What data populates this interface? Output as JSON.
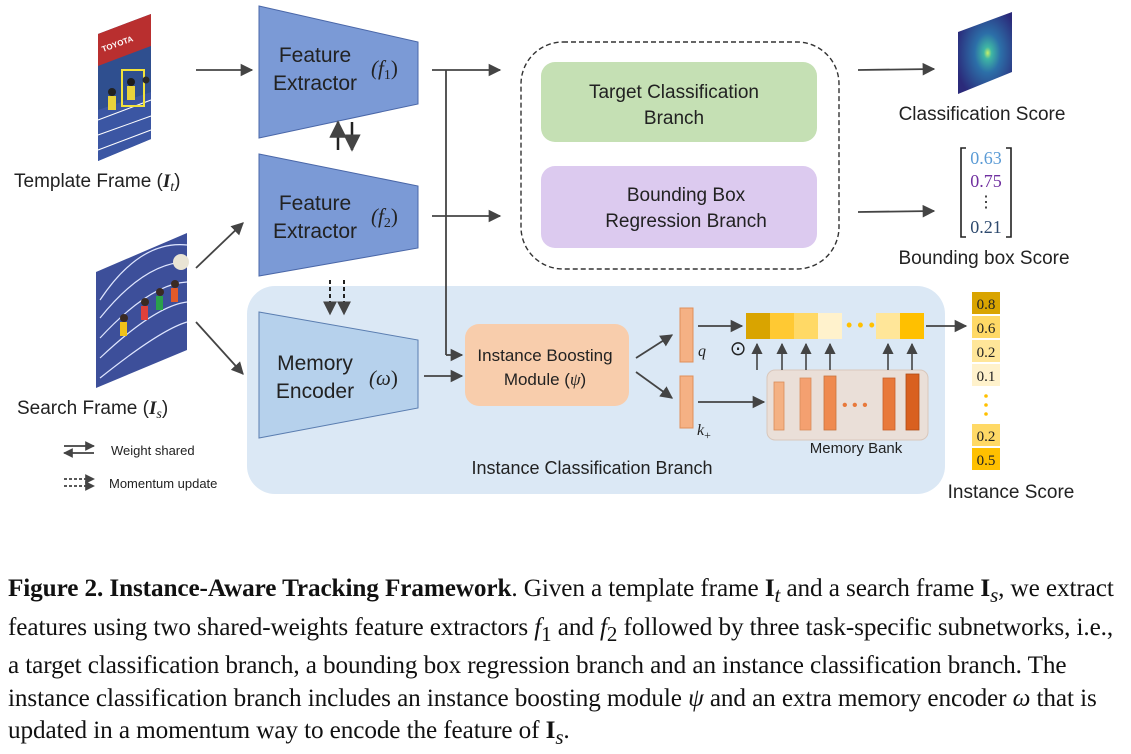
{
  "diagram": {
    "inputs": {
      "template": {
        "label": "Template Frame (",
        "sym": "I",
        "sub": "t",
        "close": ")"
      },
      "search": {
        "label": "Search Frame (",
        "sym": "I",
        "sub": "s",
        "close": ")"
      }
    },
    "blocks": {
      "extractor1": {
        "line1": "Feature",
        "line2": "Extractor",
        "fn": "f",
        "fn_sub": "1"
      },
      "extractor2": {
        "line1": "Feature",
        "line2": "Extractor",
        "fn": "f",
        "fn_sub": "2"
      },
      "memory_encoder": {
        "line1": "Memory",
        "line2": "Encoder",
        "fn": "ω"
      },
      "target_cls": {
        "line1": "Target Classification",
        "line2": "Branch"
      },
      "bbox_reg": {
        "line1": "Bounding Box",
        "line2": "Regression Branch"
      },
      "boosting": {
        "line1": "Instance Boosting",
        "line2": "Module (",
        "sym": "ψ",
        "close": ")"
      },
      "instance_branch": "Instance Classification Branch",
      "memory_bank": "Memory Bank"
    },
    "symbols": {
      "q": "q",
      "k": "k",
      "k_sub": "+",
      "odot": "⊙"
    },
    "outputs": {
      "classification": "Classification Score",
      "bbox": "Bounding box Score",
      "instance": "Instance Score",
      "bbox_vector": [
        "0.63",
        "0.75",
        "⋮",
        "0.21"
      ],
      "instance_scores_top": [
        "0.8",
        "0.6",
        "0.2",
        "0.1"
      ],
      "instance_scores_bottom": [
        "0.2",
        "0.5"
      ]
    },
    "legend": {
      "weight_shared": "Weight shared",
      "momentum": "Momentum update"
    },
    "colors": {
      "extractor": "#7b9ad6",
      "memory_encoder": "#b6d1ec",
      "instance_panel": "#dbe8f5",
      "target_cls": "#c5e0b4",
      "bbox_reg": "#dccaef",
      "boosting": "#f8cdac",
      "score_dark": "#d9a400",
      "score_light": "#ffd966",
      "bank_orange": "#e8793b"
    }
  },
  "caption": {
    "fig_label": "Figure 2. Instance-Aware Tracking Framework",
    "text_a": ". Given a template frame ",
    "it_bold": "I",
    "it_sub": "t",
    "text_b": " and a search frame ",
    "is_bold": "I",
    "is_sub": "s",
    "text_c": ", we extract features using two shared-weights feature extractors ",
    "f1": "f",
    "f1_sub": "1",
    "text_d": " and ",
    "f2": "f",
    "f2_sub": "2",
    "text_e": " followed by three task-specific subnetworks, i.e., a target classification branch, a bounding box regression branch and an instance classification branch. The instance classification branch includes an instance boosting module ",
    "psi": "ψ",
    "text_f": " and an extra memory encoder ",
    "omega": "ω",
    "text_g": " that is updated in a momentum way to encode the feature of ",
    "is2_bold": "I",
    "is2_sub": "s",
    "text_h": "."
  }
}
